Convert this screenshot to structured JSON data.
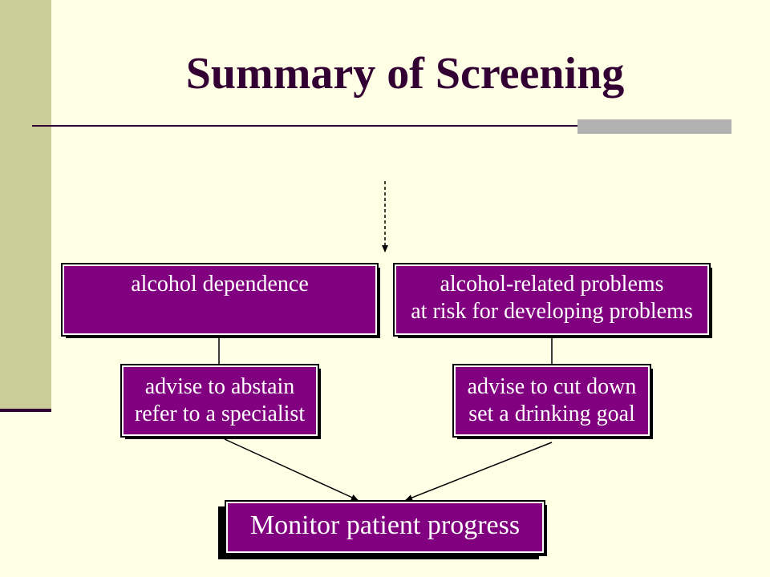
{
  "slide": {
    "title": "Summary of Screening"
  },
  "diagram": {
    "dependence_box": {
      "lines": [
        "alcohol dependence"
      ]
    },
    "problems_box": {
      "lines": [
        "alcohol-related problems",
        "at risk for developing problems"
      ]
    },
    "abstain_box": {
      "lines": [
        "advise to abstain",
        "refer to a specialist"
      ]
    },
    "cutdown_box": {
      "lines": [
        "advise to cut down",
        "set a drinking goal"
      ]
    },
    "monitor_box": {
      "label": "Monitor patient progress"
    }
  },
  "colors": {
    "background": "#ffffe5",
    "sidebar": "#cccc99",
    "title": "#330033",
    "box_fill": "#800080",
    "box_text": "#ffffff"
  }
}
